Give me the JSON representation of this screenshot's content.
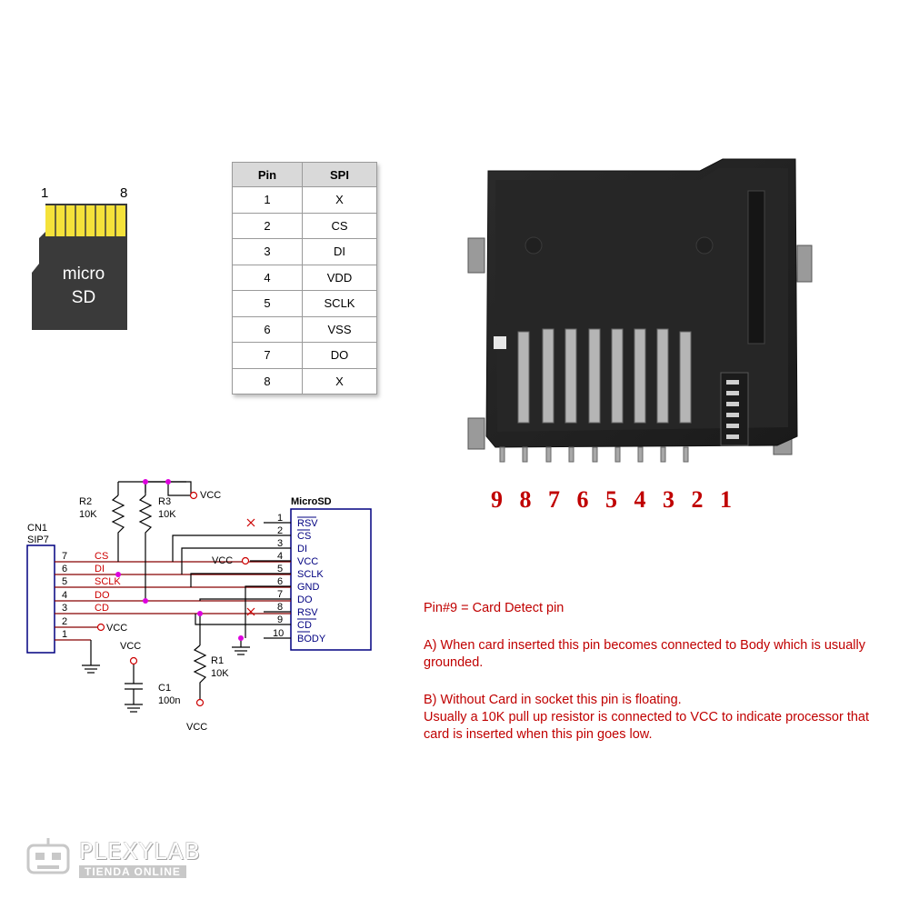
{
  "sd_card": {
    "pin_first": "1",
    "pin_last": "8",
    "label_line1": "micro",
    "label_line2": "SD"
  },
  "pin_table": {
    "headers": [
      "Pin",
      "SPI"
    ],
    "rows": [
      [
        "1",
        "X"
      ],
      [
        "2",
        "CS"
      ],
      [
        "3",
        "DI"
      ],
      [
        "4",
        "VDD"
      ],
      [
        "5",
        "SCLK"
      ],
      [
        "6",
        "VSS"
      ],
      [
        "7",
        "DO"
      ],
      [
        "8",
        "X"
      ]
    ]
  },
  "socket": {
    "pin_numbers": "9 8 7 6 5 4 3 2 1"
  },
  "schematic": {
    "connector_ref": "CN1",
    "connector_type": "SIP7",
    "connector_pins": [
      {
        "num": "7",
        "signal": "CS"
      },
      {
        "num": "6",
        "signal": "DI"
      },
      {
        "num": "5",
        "signal": "SCLK"
      },
      {
        "num": "4",
        "signal": "DO"
      },
      {
        "num": "3",
        "signal": "CD"
      },
      {
        "num": "2",
        "signal": "VCC"
      },
      {
        "num": "1",
        "signal": ""
      }
    ],
    "r2_ref": "R2",
    "r2_value": "10K",
    "r3_ref": "R3",
    "r3_value": "10K",
    "r1_ref": "R1",
    "r1_value": "10K",
    "c1_ref": "C1",
    "c1_value": "100n",
    "vcc": "VCC",
    "socket_title": "MicroSD",
    "socket_pins": [
      {
        "num": "1",
        "name": "RSV"
      },
      {
        "num": "2",
        "name": "CS"
      },
      {
        "num": "3",
        "name": "DI"
      },
      {
        "num": "4",
        "name": "VCC"
      },
      {
        "num": "5",
        "name": "SCLK"
      },
      {
        "num": "6",
        "name": "GND"
      },
      {
        "num": "7",
        "name": "DO"
      },
      {
        "num": "8",
        "name": "RSV"
      },
      {
        "num": "9",
        "name": "CD"
      },
      {
        "num": "10",
        "name": "BODY"
      }
    ]
  },
  "notes": {
    "title": "Pin#9 = Card Detect pin",
    "a": "A) When card inserted this pin becomes connected to Body which is usually grounded.",
    "b_line1": "B) Without Card in socket this pin is floating.",
    "b_line2": "Usually a 10K pull up resistor is connected to VCC to indicate processor that card is inserted when this pin goes low."
  },
  "watermark": {
    "title": "PLEXYLAB",
    "subtitle": "TIENDA ONLINE"
  }
}
